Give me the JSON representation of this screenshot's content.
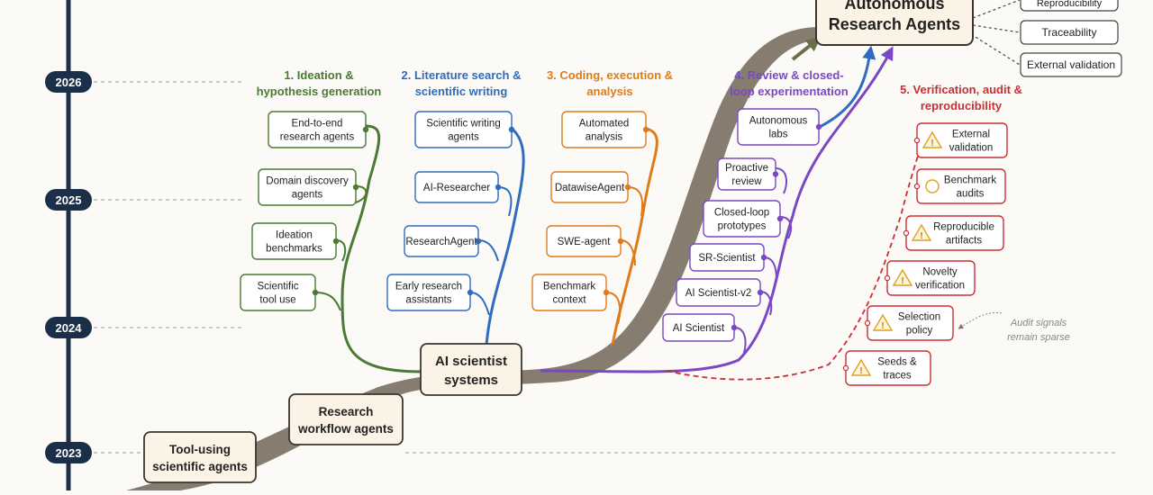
{
  "timeline": {
    "years": [
      "2026",
      "2025",
      "2024",
      "2023"
    ]
  },
  "trunk": {
    "tool_using": [
      "Tool-using",
      "scientific agents"
    ],
    "workflow": [
      "Research",
      "workflow agents"
    ],
    "ai_scientist": [
      "AI scientist",
      "systems"
    ],
    "autonomous": [
      "Autonomous",
      "Research Agents"
    ]
  },
  "outputs": [
    "Reproducibility",
    "Traceability",
    "External validation"
  ],
  "branches": [
    {
      "id": "ideation",
      "color": "#4a7a34",
      "title": [
        "1. Ideation &",
        "hypothesis generation"
      ],
      "nodes": [
        [
          "End-to-end",
          "research agents"
        ],
        [
          "Domain discovery",
          "agents"
        ],
        [
          "Ideation",
          "benchmarks"
        ],
        [
          "Scientific",
          "tool use"
        ]
      ]
    },
    {
      "id": "literature",
      "color": "#2f6cc0",
      "title": [
        "2. Literature search &",
        "scientific writing"
      ],
      "nodes": [
        [
          "Scientific writing",
          "agents"
        ],
        [
          "AI-Researcher"
        ],
        [
          "ResearchAgent"
        ],
        [
          "Early research",
          "assistants"
        ]
      ]
    },
    {
      "id": "coding",
      "color": "#e07b1a",
      "title": [
        "3. Coding, execution &",
        "analysis"
      ],
      "nodes": [
        [
          "Automated",
          "analysis"
        ],
        [
          "DatawiseAgent"
        ],
        [
          "SWE-agent"
        ],
        [
          "Benchmark",
          "context"
        ]
      ]
    },
    {
      "id": "review",
      "color": "#7a48c4",
      "title": [
        "4. Review & closed-",
        "loop experimentation"
      ],
      "nodes": [
        [
          "Autonomous",
          "labs"
        ],
        [
          "Proactive",
          "review"
        ],
        [
          "Closed-loop",
          "prototypes"
        ],
        [
          "SR-Scientist"
        ],
        [
          "AI Scientist-v2"
        ],
        [
          "AI Scientist"
        ]
      ]
    },
    {
      "id": "verification",
      "color": "#cc2e34",
      "title": [
        "5. Verification, audit &",
        "reproducibility"
      ],
      "nodes": [
        {
          "icon": "warning",
          "label": [
            "External",
            "validation"
          ]
        },
        {
          "icon": "circle",
          "label": [
            "Benchmark",
            "audits"
          ]
        },
        {
          "icon": "warning",
          "label": [
            "Reproducible",
            "artifacts"
          ]
        },
        {
          "icon": "warning",
          "label": [
            "Novelty",
            "verification"
          ]
        },
        {
          "icon": "warning",
          "label": [
            "Selection",
            "policy"
          ]
        },
        {
          "icon": "warning",
          "label": [
            "Seeds &",
            "traces"
          ]
        }
      ]
    }
  ],
  "annotation": [
    "Audit signals",
    "remain sparse"
  ],
  "colors": {
    "trunk": "#7a6e62",
    "timeline": "#1c2f48",
    "verification": "#cc2e34"
  }
}
